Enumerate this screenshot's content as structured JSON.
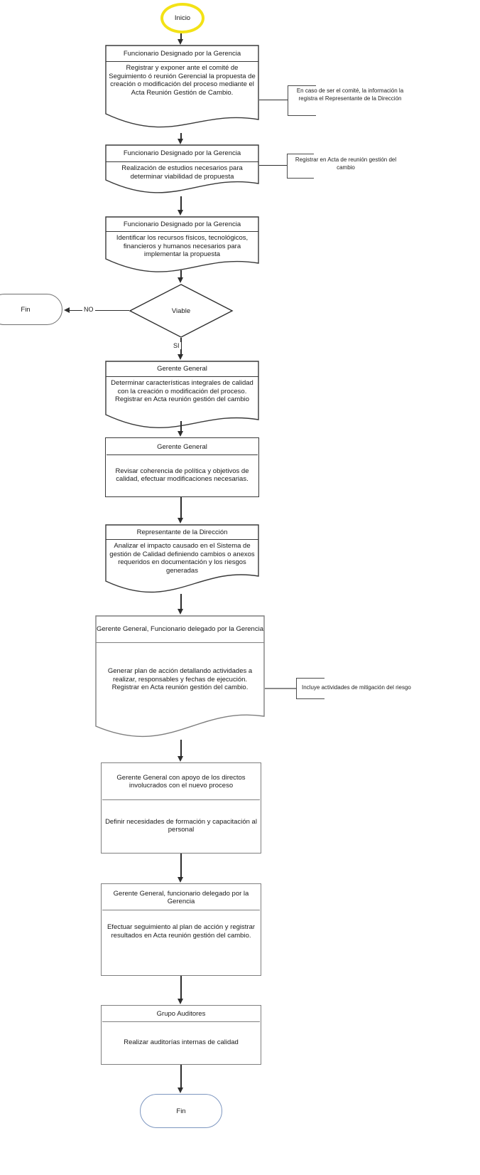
{
  "terminators": {
    "start": "Inicio",
    "fin_left": "Fin",
    "fin_bottom": "Fin"
  },
  "decision": {
    "label": "Viable",
    "no": "NO",
    "yes": "SI"
  },
  "boxes": [
    {
      "header": "Funcionario Designado por la Gerencia",
      "body": "Registrar y exponer ante el comité de Seguimiento ó reunión Gerencial la propuesta de creación o modificación del proceso mediante el Acta Reunión Gestión de Cambio.",
      "shape": "document"
    },
    {
      "header": "Funcionario Designado por la Gerencia",
      "body": "Realización de estudios necesarios para determinar viabilidad de propuesta",
      "shape": "document"
    },
    {
      "header": "Funcionario Designado por la Gerencia",
      "body": "Identificar los recursos físicos, tecnológicos, financieros y humanos necesarios para implementar la propuesta",
      "shape": "document"
    },
    {
      "header": "Gerente General",
      "body": "Determinar características integrales de calidad con la creación o modificación del proceso. Registrar en Acta reunión gestión del cambio",
      "shape": "document"
    },
    {
      "header": "Gerente General",
      "body": "Revisar coherencia de política y objetivos de calidad, efectuar modificaciones necesarias.",
      "shape": "rectangle"
    },
    {
      "header": "Representante de la Dirección",
      "body": "Analizar el impacto causado en el Sistema de gestión de Calidad definiendo cambios o anexos requeridos en documentación y los riesgos generadas",
      "shape": "document"
    },
    {
      "header": "Gerente General,  Funcionario delegado por la Gerencia",
      "body": "Generar plan de acción detallando actividades a realizar, responsables y fechas de ejecución. Registrar en Acta reunión gestión del cambio.",
      "shape": "document"
    },
    {
      "header": "Gerente General con apoyo de los directos involucrados con el nuevo proceso",
      "body": "Definir necesidades de formación y capacitación al personal",
      "shape": "rectangle"
    },
    {
      "header": "Gerente General,  funcionario delegado por la Gerencia",
      "body": "Efectuar seguimiento al plan de acción y registrar resultados en Acta reunión gestión del cambio.",
      "shape": "rectangle"
    },
    {
      "header": "Grupo Auditores",
      "body": "Realizar auditorías internas de calidad",
      "shape": "rectangle"
    }
  ],
  "annotations": [
    {
      "text": "En caso de ser el comité, la información la registra el Representante de la Dirección"
    },
    {
      "text": "Registrar en Acta de reunión gestión del cambio"
    },
    {
      "text": "Incluye actividades de mitigación del riesgo"
    }
  ],
  "colors": {
    "line": "#2e2e2e",
    "box_border_dark": "#3a3a3a",
    "box_border_gray": "#7f7f7f",
    "highlight_yellow": "#f3e216",
    "fin_blue": "#7e97c0"
  }
}
